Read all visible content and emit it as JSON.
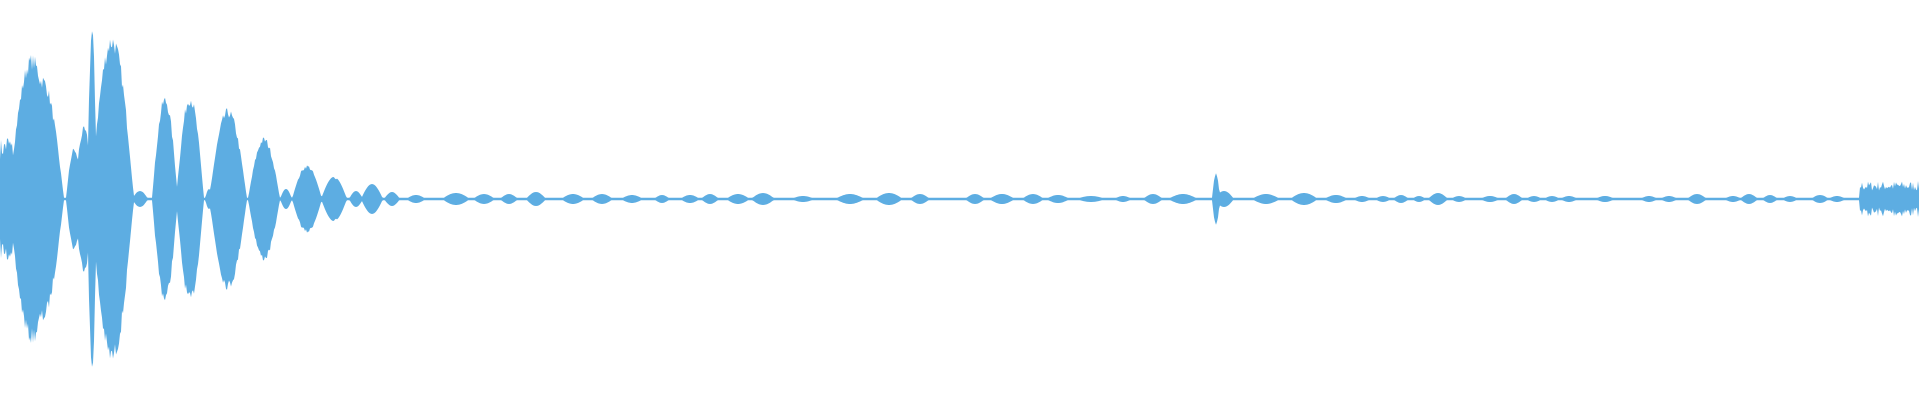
{
  "waveform": {
    "color": "#5dade2",
    "background": "#ffffff",
    "channels": 1,
    "style": "mirrored-amplitude",
    "segments": [
      {
        "t": 0.0,
        "amp": 0.28,
        "shape": "noise"
      },
      {
        "t": 0.014,
        "amp": 0.74,
        "shape": "burst"
      },
      {
        "t": 0.03,
        "amp": 0.04,
        "shape": "flat"
      },
      {
        "t": 0.048,
        "amp": 0.93,
        "shape": "spike"
      },
      {
        "t": 0.059,
        "amp": 0.8,
        "shape": "burst"
      },
      {
        "t": 0.074,
        "amp": 0.05,
        "shape": "flat"
      },
      {
        "t": 0.086,
        "amp": 0.52,
        "shape": "burst"
      },
      {
        "t": 0.099,
        "amp": 0.52,
        "shape": "burst"
      },
      {
        "t": 0.119,
        "amp": 0.44,
        "shape": "burst"
      },
      {
        "t": 0.137,
        "amp": 0.31,
        "shape": "burst"
      },
      {
        "t": 0.149,
        "amp": 0.04,
        "shape": "blip"
      },
      {
        "t": 0.16,
        "amp": 0.15,
        "shape": "burst"
      },
      {
        "t": 0.174,
        "amp": 0.1,
        "shape": "burst"
      },
      {
        "t": 0.19,
        "amp": 0.06,
        "shape": "burst"
      },
      {
        "t": 0.206,
        "amp": 0.05,
        "shape": "burst"
      },
      {
        "t": 0.63,
        "amp": 0.08,
        "shape": "spike"
      },
      {
        "t": 0.975,
        "amp": 0.05,
        "shape": "noise"
      }
    ]
  }
}
